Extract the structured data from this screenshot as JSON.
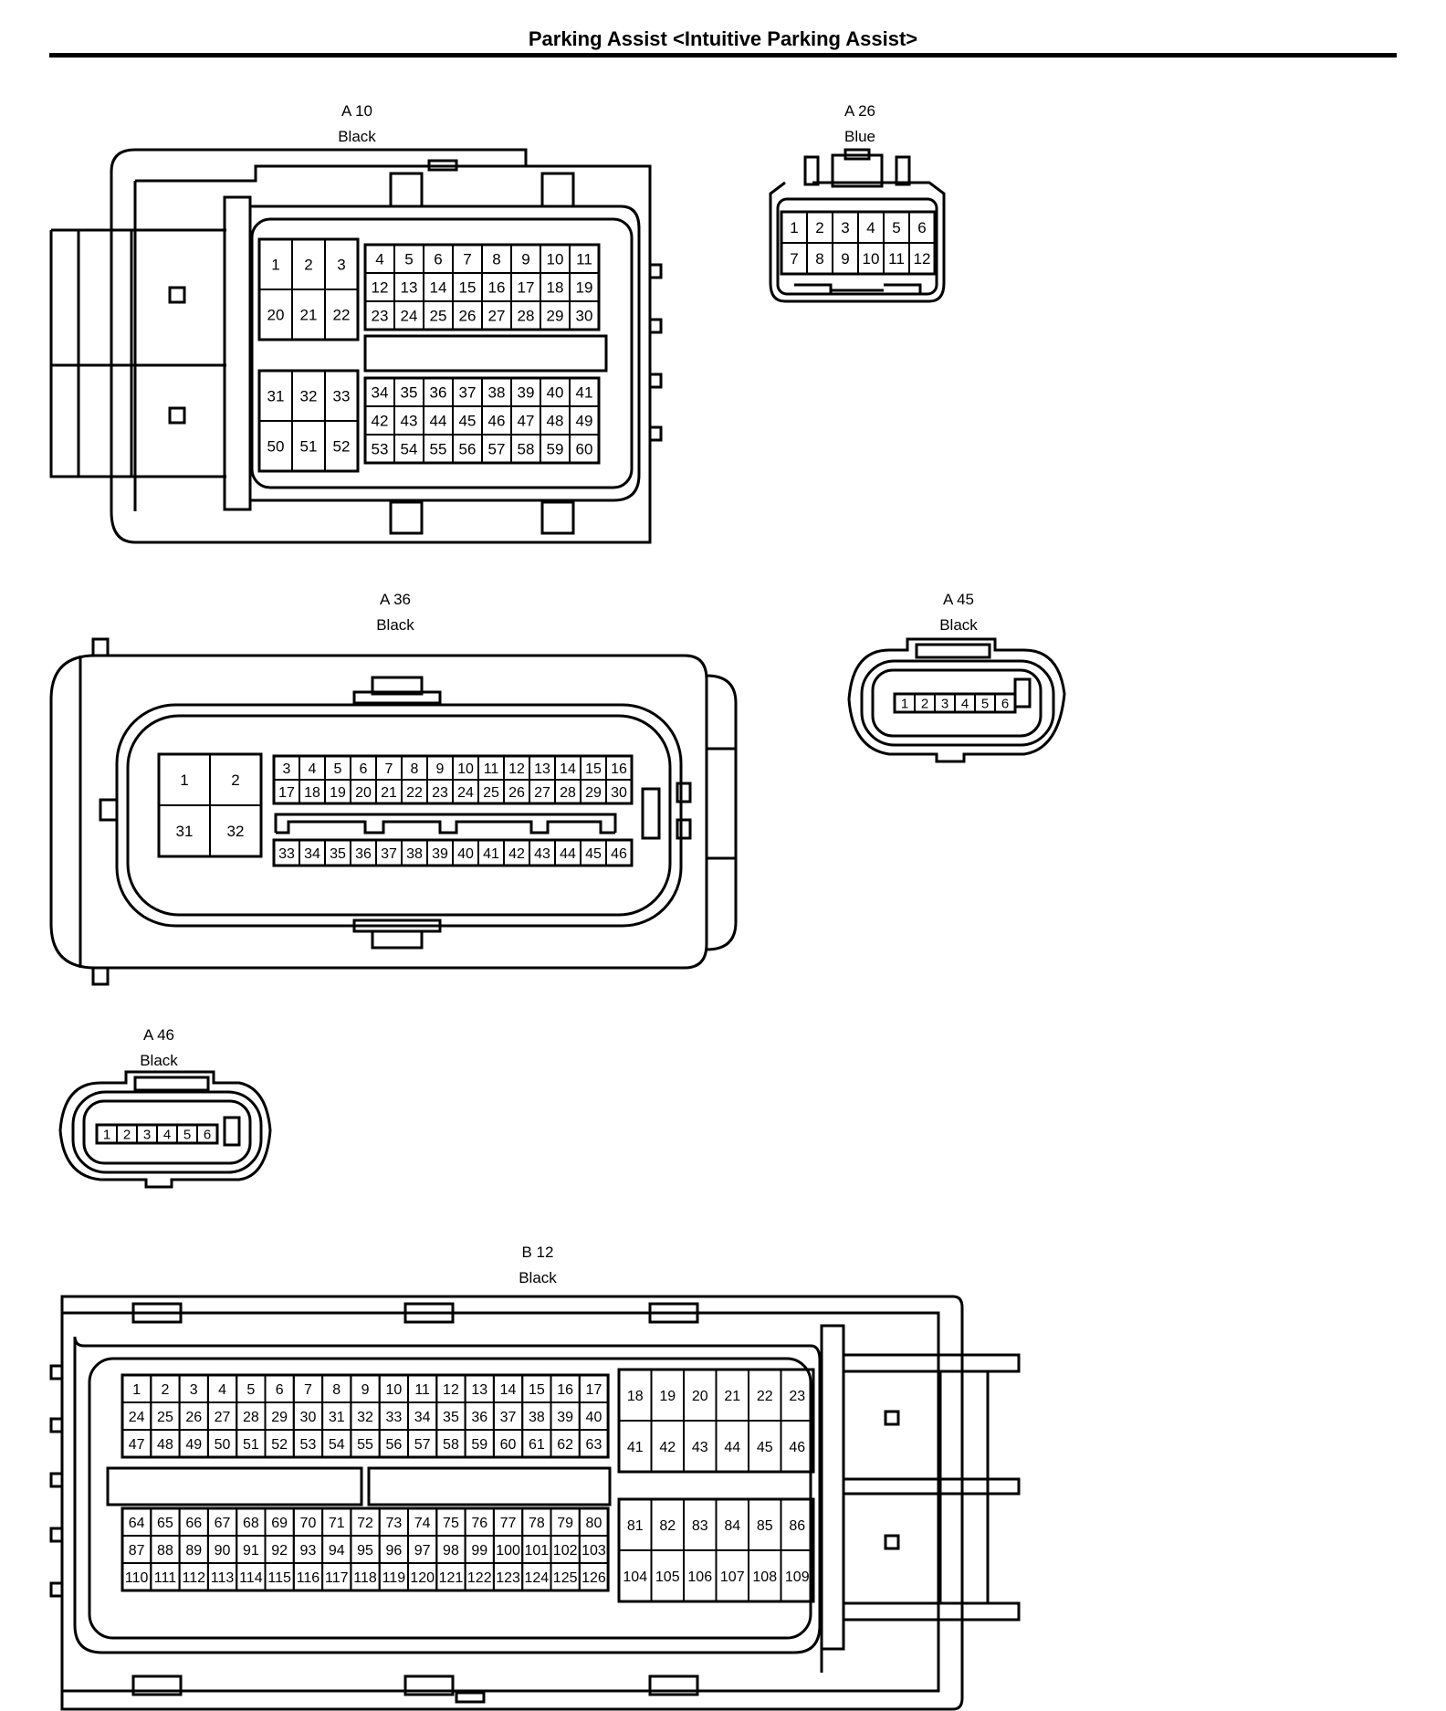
{
  "title": "Parking Assist <Intuitive Parking Assist>",
  "connectors": {
    "a10": {
      "name": "A 10",
      "color": "Black"
    },
    "a26": {
      "name": "A 26",
      "color": "Blue"
    },
    "a36": {
      "name": "A 36",
      "color": "Black"
    },
    "a45": {
      "name": "A 45",
      "color": "Black"
    },
    "a46": {
      "name": "A 46",
      "color": "Black"
    },
    "b12": {
      "name": "B 12",
      "color": "Black"
    }
  }
}
